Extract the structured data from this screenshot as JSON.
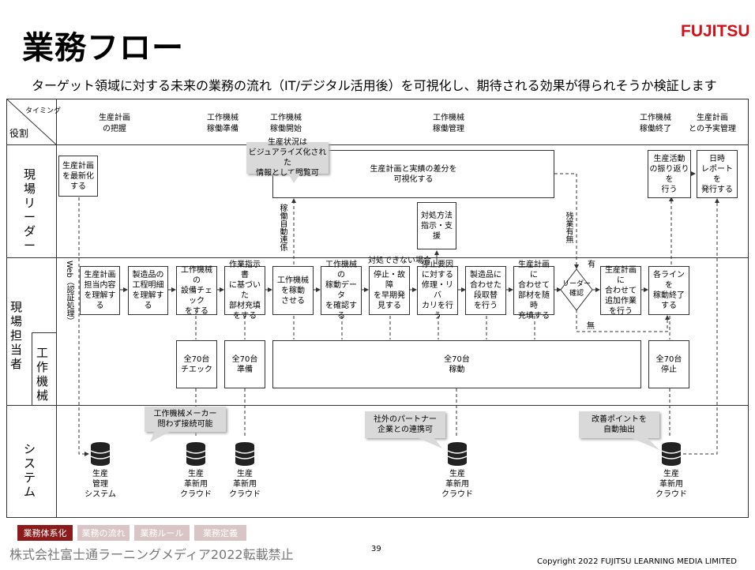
{
  "header": {
    "title": "業務フロー",
    "logo": "FUJITSU",
    "subtitle": "ターゲット領域に対する未来の業務の流れ（IT/デジタル活用後）を可視化し、期待される効果が得られそうか検証します"
  },
  "table": {
    "corner_timing": "タイミング",
    "corner_role": "役割",
    "timings": [
      "生産計画\nの把握",
      "工作機械\n稼働準備",
      "工作機械\n稼働開始",
      "工作機械\n稼働管理",
      "工作機械\n稼働終了",
      "生産計画\nとの予実管理"
    ],
    "roles": {
      "leader": "現場リーダー",
      "staff": "現場担当者",
      "machine": "工作機械",
      "system": "システム"
    }
  },
  "leader_boxes": {
    "update_plan": "生産計画\nを最新化\nする",
    "visualize_diff": "生産計画と実績の差分を\n可視化する",
    "countermeasure": "対処方法\n指示・支援",
    "review": "生産活動\nの振り返りを\n行う",
    "daily_report": "日時\nレポートを\n発行する"
  },
  "staff_boxes": [
    "生産計画\n担当内容\nを理解する",
    "製造品の\n工程明細\nを理解する",
    "工作機械の\n設備チェック\nをする",
    "作業指示書\nに基づいた\n部材充填\nをする",
    "工作機械\nを稼動\nさせる",
    "工作機械の\n稼動データ\nを確認する",
    "停止・故障\nを早期発\n見する",
    "停止要因\nに対する\n修理・リバ\nカリを行う",
    "製造品に\n合わせた\n段取替\nを行う",
    "生産計画に\n合わせて\n部材を随時\n充填する"
  ],
  "decision": "リーダー\n確認",
  "staff_extra": {
    "additional_work": "生産計画に\n合わせて\n追加作業\nを行う",
    "finish_lines": "各ライン\nを\n稼動終了\nする"
  },
  "machine_boxes": {
    "check_all": "全70台\nチエック",
    "prepare_all": "全70台\n準備",
    "run_all": "全70台\n稼動",
    "stop_all": "全70台\n停止"
  },
  "labels": {
    "web": "Web（認証処理）",
    "auto_link": "稼働自動連係",
    "remaining": "残業有無",
    "cannot_handle": "対処できない場合",
    "yes": "有",
    "no": "無"
  },
  "callouts": {
    "visualized": "生産状況は\nビジュアライズ化された\n情報として閲覧可",
    "maker": "工作機械メーカー\n問わず接続可能",
    "partner": "社外のパートナー\n企業との連携可",
    "improvement": "改善ポイントを\n自動抽出"
  },
  "systems": [
    "生産\n管理\nシステム",
    "生産\n革新用\nクラウド",
    "生産\n革新用\nクラウド",
    "生産\n革新用\nクラウド",
    "生産\n革新用\nクラウド"
  ],
  "nav": {
    "tabs": [
      "業務体系化",
      "業務の流れ",
      "業務ルール",
      "業務定義"
    ],
    "active_color": "#8b1a1a",
    "inactive_color": "#d9c5c5"
  },
  "footer": {
    "notice": "株式会社富士通ラーニングメディア2022転載禁止",
    "page": "39",
    "copyright": "Copyright 2022 FUJITSU LEARNING MEDIA LIMITED"
  }
}
